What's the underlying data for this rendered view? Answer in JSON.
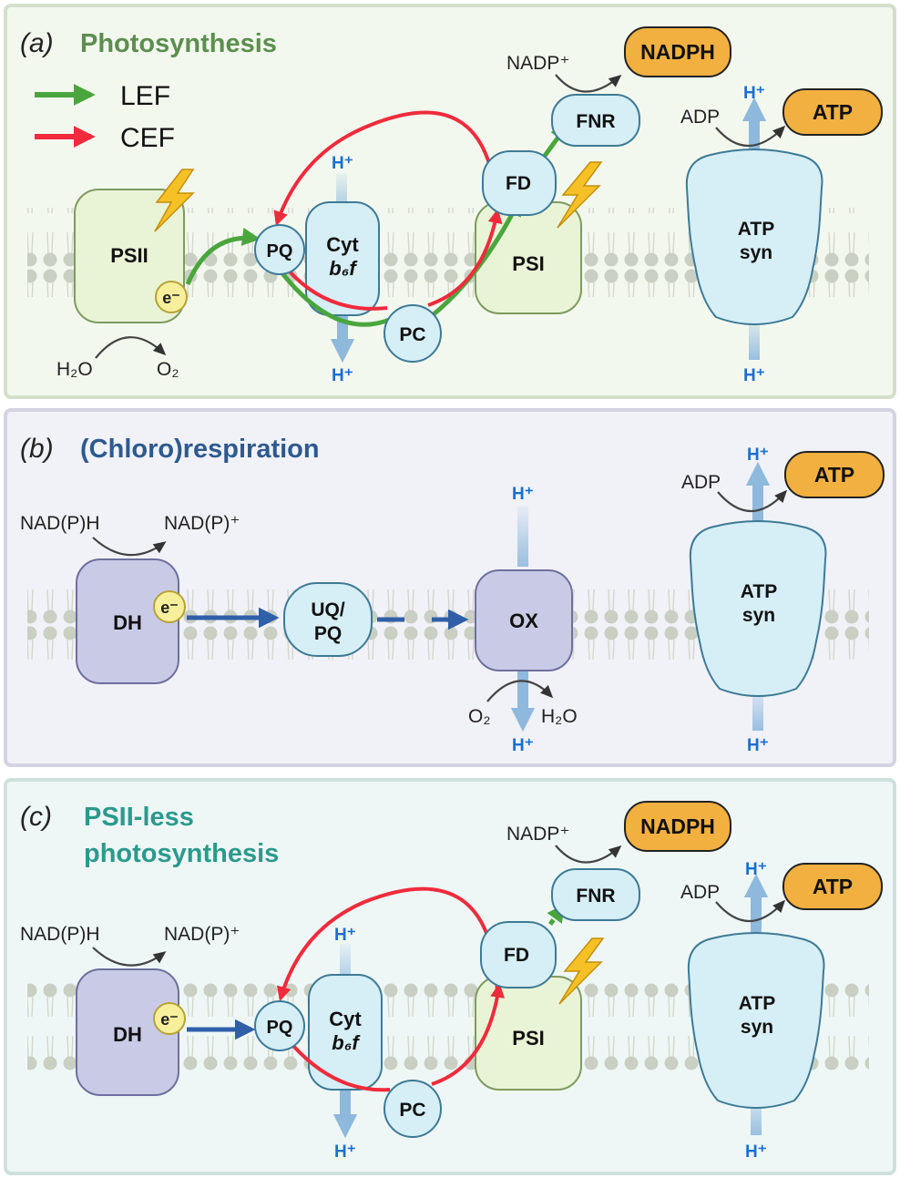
{
  "panels": [
    {
      "letter": "(a)",
      "title": "Photosynthesis",
      "title_color": "#5c8f4f",
      "legend": [
        {
          "label": "LEF",
          "color": "#4aa63c"
        },
        {
          "label": "CEF",
          "color": "#ef2b3c"
        }
      ],
      "components": {
        "psii": "PSII",
        "electron": "e⁻",
        "pq": "PQ",
        "cyt_line1": "Cyt",
        "cyt_line2": "b₆f",
        "pc": "PC",
        "fd": "FD",
        "psi": "PSI",
        "fnr": "FNR",
        "nadph": "NADPH",
        "nadp": "NADP⁺",
        "atp": "ATP",
        "adp": "ADP",
        "atpsyn_line1": "ATP",
        "atpsyn_line2": "syn",
        "h2o": "H₂O",
        "o2": "O₂",
        "hplus": "H⁺"
      }
    },
    {
      "letter": "(b)",
      "title": "(Chloro)respiration",
      "title_color": "#2d5a8e",
      "components": {
        "dh": "DH",
        "electron": "e⁻",
        "uqpq_line1": "UQ/",
        "uqpq_line2": "PQ",
        "ox": "OX",
        "nadph": "NAD(P)H",
        "nadp": "NAD(P)⁺",
        "o2": "O₂",
        "h2o": "H₂O",
        "hplus": "H⁺",
        "atp": "ATP",
        "adp": "ADP",
        "atpsyn_line1": "ATP",
        "atpsyn_line2": "syn"
      }
    },
    {
      "letter": "(c)",
      "title_line1": "PSII-less",
      "title_line2": "photosynthesis",
      "title_color": "#2a9a8c",
      "components": {
        "dh": "DH",
        "electron": "e⁻",
        "pq": "PQ",
        "cyt_line1": "Cyt",
        "cyt_line2": "b₆f",
        "pc": "PC",
        "fd": "FD",
        "psi": "PSI",
        "fnr": "FNR",
        "nadph": "NADPH",
        "nadp": "NADP⁺",
        "nadph_in": "NAD(P)H",
        "nadp_out": "NAD(P)⁺",
        "atp": "ATP",
        "adp": "ADP",
        "atpsyn_line1": "ATP",
        "atpsyn_line2": "syn",
        "hplus": "H⁺"
      }
    }
  ],
  "colors": {
    "lef": "#4aa63c",
    "cef": "#ef2b3c",
    "resp": "#2f5fa8",
    "proton": "#1a6fd0",
    "orange": "#f2b040",
    "lightblue": "#d6eef6",
    "lightgreen": "#e9f3d6",
    "lilac": "#c9cbe6"
  }
}
